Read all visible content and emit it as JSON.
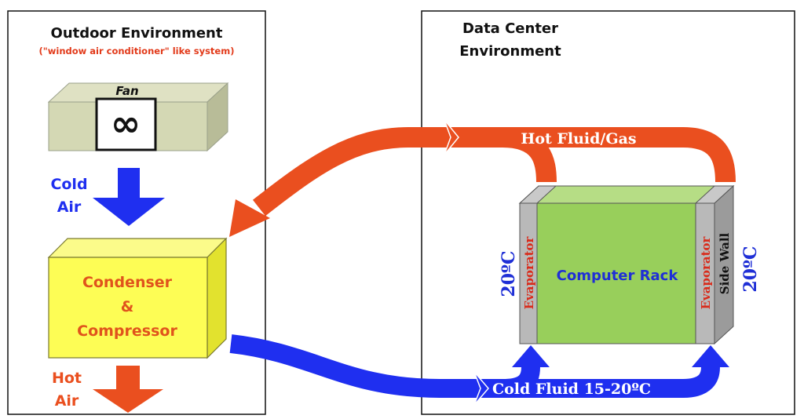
{
  "outdoor": {
    "title": "Outdoor Environment",
    "subtitle": "(\"window air conditioner\" like system)",
    "fan_label": "Fan",
    "fan_symbol": "∞",
    "cold_air_line1": "Cold",
    "cold_air_line2": "Air",
    "condenser_line1": "Condenser",
    "condenser_line2": "&",
    "condenser_line3": "Compressor",
    "hot_air_line1": "Hot",
    "hot_air_line2": "Air"
  },
  "datacenter": {
    "title_line1": "Data Center",
    "title_line2": "Environment",
    "rack_label": "Computer Rack",
    "evaporator_left": "Evaporator",
    "evaporator_right": "Evaporator",
    "side_wall": "Side Wall",
    "temp_left": "20ºC",
    "temp_right": "20ºC",
    "hot_fluid": "Hot Fluid/Gas",
    "cold_fluid": "Cold Fluid 15-20ºC"
  },
  "colors": {
    "hot": "#ea4f1f",
    "cold": "#1f2ff0",
    "subtitle": "#e23a1a",
    "condenser_fill": "#fdfd55",
    "condenser_text": "#e0531c",
    "rack_fill": "#98cf5b",
    "rack_text": "#1f2fd6",
    "fan_fill": "#d4d8b4",
    "evaporator_fill": "#b9b9b9",
    "evaporator_text": "#d92b1b"
  }
}
